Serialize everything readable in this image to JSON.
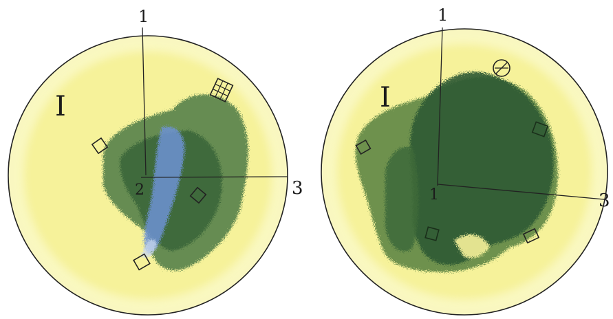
{
  "disk_left": {
    "roman_label": "I",
    "axis_labels": {
      "top": "1",
      "center": "2",
      "right": "3"
    },
    "colors": {
      "background": "#f4ef8a",
      "green": "#3f6a3c",
      "blue": "#6b8fd0"
    }
  },
  "disk_right": {
    "roman_label": "I",
    "axis_labels": {
      "top": "1",
      "center": "1",
      "right": "3"
    },
    "colors": {
      "background": "#f4ef8a",
      "green": "#2f5a34"
    }
  },
  "marker_icons": [
    "square-marker-icon",
    "grid-square-marker-icon",
    "circle-x-marker-icon"
  ]
}
